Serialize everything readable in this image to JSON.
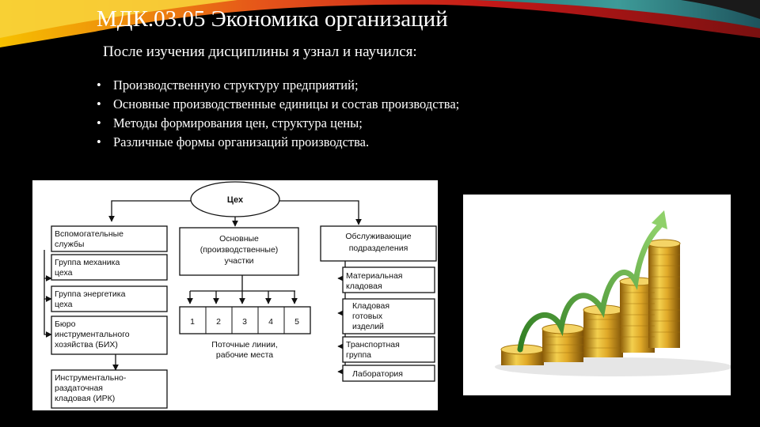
{
  "slide": {
    "title": "МДК.03.05 Экономика организаций",
    "subtitle": "После изучения дисциплины я узнал и научился:",
    "bullet_glyph": "•",
    "bullets": [
      "Производственную структуру предприятий;",
      "Основные производственные единицы и состав производства;",
      "Методы формирования цен, структура цены;",
      "Различные формы организаций производства."
    ]
  },
  "diagram": {
    "root": "Цех",
    "left": [
      [
        "Вспомогательные",
        "службы"
      ],
      [
        "Группа механика",
        "цеха"
      ],
      [
        "Группа энергетика",
        "цеха"
      ],
      [
        "Бюро",
        "инструментального",
        "хозяйства (БИХ)"
      ],
      [
        "Инструментально-",
        "раздаточная",
        "кладовая (ИРК)"
      ]
    ],
    "center": [
      "Основные",
      "(производственные)",
      "участки"
    ],
    "numbers": [
      "1",
      "2",
      "3",
      "4",
      "5"
    ],
    "center_caption": [
      "Поточные линии,",
      "рабочие места"
    ],
    "right": [
      [
        "Обслуживающие",
        "подразделения"
      ],
      [
        "Материальная",
        "кладовая"
      ],
      [
        "Кладовая",
        "готовых",
        "изделий"
      ],
      [
        "Транспортная",
        "группа"
      ],
      [
        "Лаборатория"
      ]
    ]
  },
  "colors": {
    "background": "#000000",
    "text": "#ffffff",
    "coin": "#d9a521",
    "arrow": "#5aa63a"
  }
}
